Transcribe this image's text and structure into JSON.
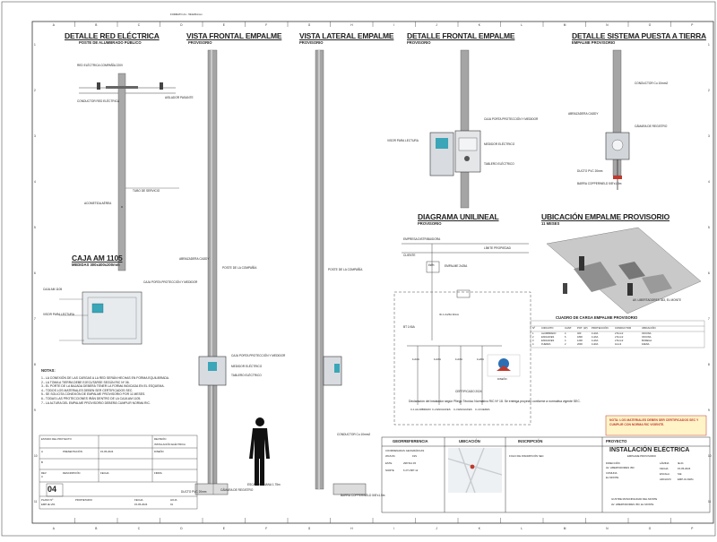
{
  "border": {
    "columns": [
      "A",
      "B",
      "C",
      "D",
      "E",
      "F",
      "G",
      "H",
      "I",
      "J",
      "K",
      "L",
      "M",
      "N",
      "O",
      "P"
    ],
    "rows": [
      "1",
      "2",
      "3",
      "4",
      "5",
      "6",
      "7",
      "8",
      "9",
      "10",
      "11"
    ],
    "format": "FORMATO A1 - 594x841mm"
  },
  "titles": {
    "red_electrica": "DETALLE RED ELÉCTRICA",
    "red_electrica_sub": "POSTE DE ALUMBRADO PÚBLICO",
    "vista_frontal": "VISTA FRONTAL EMPALME",
    "vista_frontal_sub": "PROVISORIO",
    "vista_lateral": "VISTA LATERAL EMPALME",
    "vista_lateral_sub": "PROVISORIO",
    "detalle_frontal": "DETALLE FRONTAL EMPALME",
    "detalle_frontal_sub": "PROVISORIO",
    "puesta_tierra": "DETALLE SISTEMA PUESTA A TIERRA",
    "puesta_tierra_sub": "EMPALME PROVISORIO",
    "caja": "CAJA AM 1105",
    "caja_sub": "MEDIDAS 300x400x200mm",
    "unilineal": "DIAGRAMA UNILINEAL",
    "unilineal_sub": "PROVISORIO",
    "ubicacion": "UBICACIÓN EMPALME PROVISORIO",
    "ubicacion_sub": "11 MESES"
  },
  "labels": {
    "red_bt": "RED ELÉCTRICA COMPAÑÍA 220V",
    "conductor_red": "CONDUCTOR RED ELÉCTRICA",
    "aislador": "AISLADOR PASANTE",
    "acometida": "ACOMETIDA AÉREA",
    "tubo": "TUBO DE SERVICIO",
    "abrazadera": "ABRAZADERA CADDY",
    "caja_ref": "CAJA AM 1105",
    "puerta_caja": "CAJA PORTA PROTECCIÓN Y MEDIDOR",
    "visor": "VISOR PARA LECTURA",
    "medidor": "MEDIDOR ELÉCTRICO",
    "tablero": "TABLERO ELÉCTRICO",
    "conductor_tierra": "CONDUCTOR Cu 10mm2",
    "barra": "BARRA COPPERWELD 5/8\"x1.5m",
    "camara": "CÁMARA DE REGISTRO",
    "ducto": "DUCTO PVC 20mm",
    "poste": "POSTE DE LA COMPAÑÍA",
    "ubicacion_addr": "AV. LIBERTADORES 353, EL MONTE",
    "escala_humana": "ESCALA HUMANA 1.75m"
  },
  "unilineal": {
    "red": "EMPRESA DISTRIBUIDORA",
    "cliente": "CLIENTE",
    "limite": "LÍMITE PROPIEDAD",
    "medidor": "kWh",
    "empalme": "EMPALME 2x25A",
    "bt": "BT 1X6A",
    "circuits": [
      "C-1 ALUMBRADO",
      "C-2 ENCHUFES",
      "C-3 ENCHUFES",
      "C-4 FUERZA"
    ],
    "protecciones": [
      "ID-1 2x25A 30mA",
      "1x10A",
      "1x16A",
      "1x16A",
      "1x20A"
    ]
  },
  "cuadro_carga": {
    "title": "CUADRO DE CARGA EMPALME PROVISORIO",
    "headers": [
      "Nº",
      "CIRCUITO",
      "CANT.",
      "POT. (W)",
      "PROTECCIÓN",
      "CONDUCTOR",
      "UBICACIÓN"
    ],
    "rows": [
      [
        "1",
        "ALUMBRADO",
        "4",
        "400",
        "1x10A",
        "2.5mm2",
        "OFICINA"
      ],
      [
        "2",
        "ENCHUFES",
        "6",
        "1800",
        "1x16A",
        "2.5mm2",
        "OFICINA"
      ],
      [
        "3",
        "ENCHUFES",
        "4",
        "1200",
        "1x16A",
        "2.5mm2",
        "BODEGA"
      ],
      [
        "4",
        "FUERZA",
        "2",
        "2000",
        "1x20A",
        "4mm2",
        "FAENA"
      ]
    ]
  },
  "notes": {
    "title": "NOTAS:",
    "items": [
      "1.- LA CONEXIÓN DE LAS CARGAS A LA RED SERÁN HECHAS EN FORMA EQUILIBRADA.",
      "2.- LA TOMA A TIERRA DEBE EJECUTARSE SEGÚN RIC Nº 06.",
      "3.- EL PORTE DE LA BAJADA DEBERÁ TENER LA FORMA INDICADA EN EL ESQUEMA.",
      "4.- TODOS LOS MATERIALES DEBEN SER CERTIFICADOS SEC.",
      "5.- SE SOLICITA CONEXIÓN DE EMPALME PROVISORIO POR 11 MESES.",
      "6.- TODAS LAS PROTECCIONES IRÁN DENTRO DE LA CAJA AM 1105.",
      "7.- LA ALTURA DEL EMPALME PROVISORIO DEBERÁ CUMPLIR NORMA RIC."
    ]
  },
  "stamp": {
    "cert": "CERTIFICADO 2024",
    "disclaimer": "Declaración del instalador según Pliego Técnico Normativo RIC Nº 18. Se entrega proyecto conforme a normativa vigente SEC.",
    "sello": "DISEÑO"
  },
  "revisions": {
    "proyecto_label": "ESTADO DEL PROYECTO",
    "revision_label": "REVISIÓN",
    "headers": [
      "REV",
      "DESCRIPCIÓN",
      "FECHA",
      "FIRMA"
    ],
    "rows": [
      [
        "A",
        "PRESENTACIÓN",
        "15-05-2024",
        "DISEÑO"
      ],
      [
        "B",
        "",
        "",
        ""
      ],
      [
        "C",
        "",
        "",
        ""
      ]
    ],
    "estado": "INSTALACIÓN ELÉCTRICA",
    "lamina": "04",
    "plano_label": "PLANO Nº",
    "plano": "EMP-IE-V01",
    "propietario_label": "PROPIETARIO",
    "fecha_label": "FECHA",
    "fecha": "15-05-2024",
    "hoja_label": "HOJA",
    "hoja": "01"
  },
  "titleblock": {
    "georef": "GEORREFERENCIA",
    "coord_label": "COORDENADAS GEOGRÁFICAS",
    "datum": "WGS 84",
    "huso": "19S",
    "este_label": "ESTE",
    "este": "298 512.45",
    "norte_label": "NORTE",
    "norte": "6 271 887.12",
    "ubicacion": "UBICACIÓN",
    "inscripcion": "INSCRIPCIÓN",
    "sec_label": "FOLIO DE INSCRIPCIÓN SEC",
    "proyecto_label": "PROYECTO",
    "proyecto": "INSTALACIÓN ELÉCTRICA",
    "proyecto_sub": "EMPALME PROVISORIO",
    "direccion_label": "DIRECCIÓN",
    "direccion": "AV. LIBERTADORES 353",
    "comuna_label": "COMUNA",
    "comuna": "EL MONTE",
    "lamina_label": "LÁMINA",
    "lamina": "IE-01",
    "fecha_label": "FECHA",
    "fecha": "15-05-2024",
    "escala_label": "ESCALA",
    "escala": "S/E",
    "archivo_label": "ARCHIVO",
    "archivo": "EMP-01.DWG",
    "warning": "NOTA: LOS MATERIALES DEBEN SER CERTIFICADOS SEC Y CUMPLIR CON NORMA RIC VIGENTE.",
    "empresa": "ILUSTRE MUNICIPALIDAD DEL MONTE",
    "empresa_sub": "AV. LIBERTADORES 353, EL MONTE"
  },
  "colors": {
    "line": "#333333",
    "pole": "#9a9a9a",
    "box": "#d8dce0",
    "meter": "#3aa6b8",
    "warning": "#c0392b",
    "warning_fill": "#fff3c8",
    "stamp_red": "#c0392b",
    "stamp_blue": "#2c6fb5"
  }
}
